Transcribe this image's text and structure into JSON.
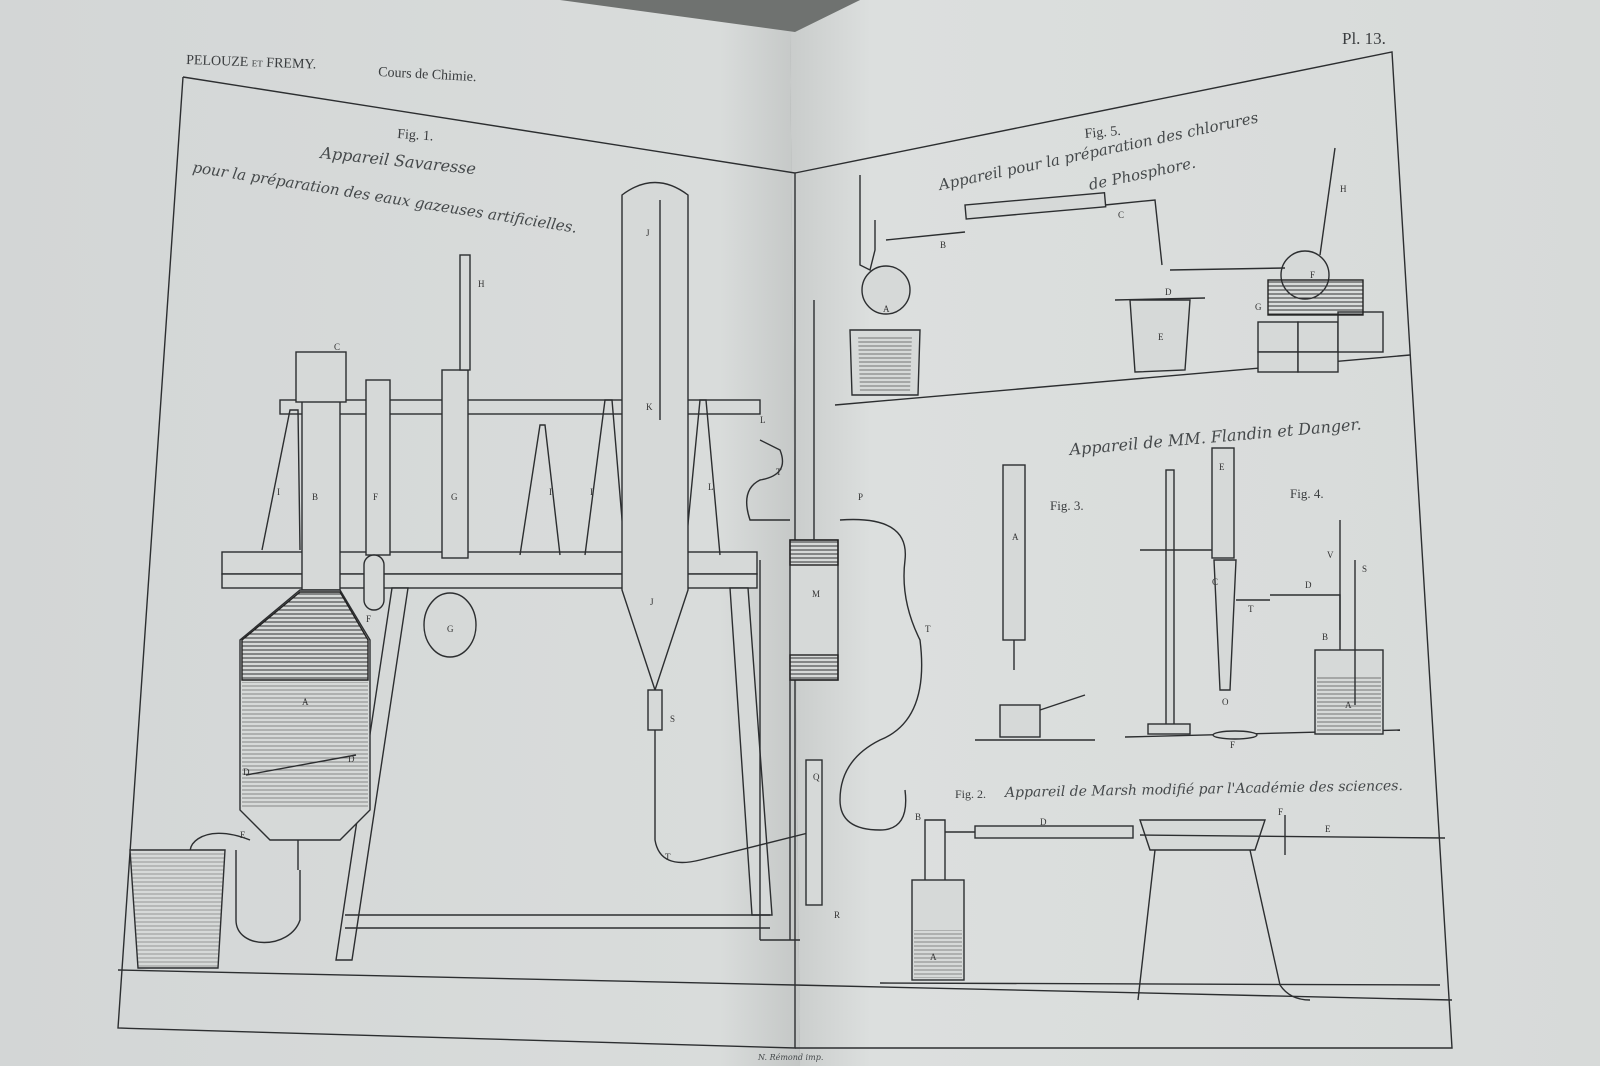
{
  "header": {
    "authors": "PELOUZE",
    "authors_et": "ET",
    "authors_2": "FREMY.",
    "book_title": "Cours de Chimie.",
    "plate_number": "Pl. 13."
  },
  "figures": {
    "fig1": {
      "number": "Fig. 1.",
      "title_line1": "Appareil Savaresse",
      "title_line2": "pour la préparation des eaux gazeuses artificielles."
    },
    "fig5": {
      "number": "Fig. 5.",
      "title_line1": "Appareil pour la préparation des chlorures",
      "title_line2": "de Phosphore."
    },
    "flandin": {
      "title": "Appareil de MM. Flandin et Danger."
    },
    "fig3": {
      "number": "Fig. 3."
    },
    "fig4": {
      "number": "Fig. 4."
    },
    "fig2": {
      "number": "Fig. 2.",
      "title": "Appareil de Marsh modifié par l'Académie des sciences."
    }
  },
  "imprint": "N. Rémond imp.",
  "labels": {
    "fig1": [
      "A",
      "B",
      "C",
      "D",
      "D",
      "E",
      "F",
      "F",
      "G",
      "G",
      "H",
      "I",
      "I",
      "I",
      "J",
      "J",
      "K",
      "L",
      "L",
      "M",
      "P",
      "Q",
      "R",
      "S",
      "T",
      "T",
      "T"
    ],
    "fig5": [
      "A",
      "B",
      "C",
      "D",
      "E",
      "F",
      "G",
      "H"
    ],
    "fig3": [
      "A"
    ],
    "fig4": [
      "A",
      "B",
      "C",
      "D",
      "E",
      "F",
      "O",
      "S",
      "T",
      "V"
    ],
    "fig2": [
      "A",
      "B",
      "D",
      "E",
      "F"
    ]
  },
  "colors": {
    "paper": "#d9dcdb",
    "ink": "#2c2e30"
  }
}
